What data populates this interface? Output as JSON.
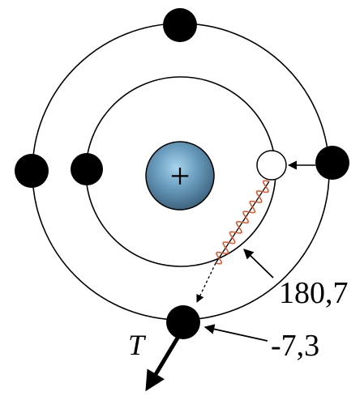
{
  "diagram": {
    "nucleus_symbol": "+",
    "labels": {
      "energy_transition": "180,7",
      "energy_outer": "-7,3",
      "ejected_electron": "T"
    },
    "colors": {
      "nucleus_fill": "#4d7fa3",
      "nucleus_highlight": "#a8d4ee",
      "photon_wave": "#e4572e",
      "electron": "#000000",
      "vacancy": "#ffffff",
      "orbit": "#000000"
    }
  }
}
